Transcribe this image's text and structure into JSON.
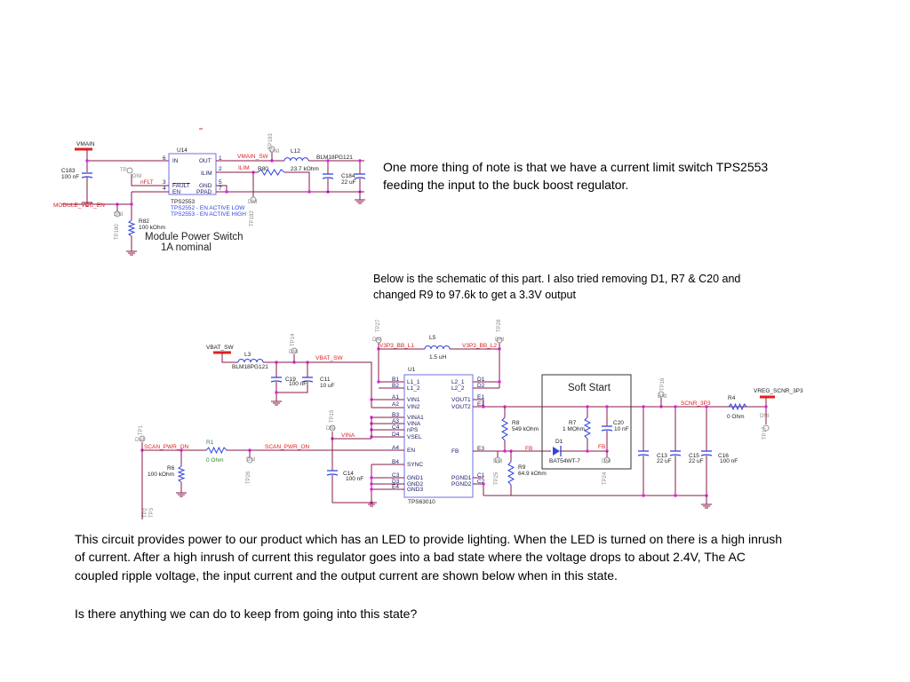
{
  "text": {
    "note_top": [
      "One more thing of note is that we have a current limit switch TPS2553",
      "feeding the input to the buck boost regulator."
    ],
    "note_mid": [
      "Below is the schematic of this part. I also tried removing D1, R7 & C20 and",
      "changed R9 to 97.6k to get a 3.3V output"
    ],
    "body": [
      "This circuit provides power to our product which has an LED to provide lighting. When the LED is turned on there is a high inrush",
      "of current. After a high inrush of current this regulator goes into a bad state where the voltage drops to about 2.4V, The AC",
      "coupled ripple voltage, the input current and the output current are shown below when in this state."
    ],
    "question": "Is there anything we can do to keep from going into this state?"
  },
  "schematic_top": {
    "vmain": "VMAIN",
    "u14": "U14",
    "c183": "C183",
    "c183_val": "100 nF",
    "tp": "TP",
    "dni": "DNI",
    "nflt": "nFLT",
    "module_vcc_en": "MODULE_VCC_EN",
    "pins_left": [
      "6",
      "3",
      "4"
    ],
    "pin_names_left": [
      "IN",
      "FAULT",
      "EN"
    ],
    "pins_right": [
      "1",
      "2",
      "5",
      "7"
    ],
    "pin_names_right": [
      "OUT",
      "ILIM",
      "GND",
      "PPAD"
    ],
    "part": "TPS2553",
    "note1": "TPS2552 - EN ACTIVE LOW",
    "note2": "TPS2553 - EN ACTIVE HIGH",
    "vmain_sw": "VMAIN_SW",
    "ilim": "ILIM",
    "r80": "R80",
    "r80_val": "23.7 kOhm",
    "l12": "L12",
    "l12_val": "BLM18PG121",
    "c184": "C184",
    "c184_val": "22 uF",
    "r82": "R82",
    "r82_val": "100 kOhm",
    "tp183": "TP183",
    "tp180": "TP180",
    "tp182": "TP182",
    "caption1": "Module Power Switch",
    "caption2": "1A nominal"
  },
  "schematic_bottom": {
    "vbat_sw": "VBAT_SW",
    "l3": "L3",
    "l3_val": "BLM18PG121",
    "c19": "C19",
    "c19_val": "100 nF",
    "c11": "C11",
    "c11_val": "10 uF",
    "tp14": "TP14",
    "tp27": "TP27",
    "tp28": "TP28",
    "tp15": "TP15",
    "tp1": "TP1",
    "tp26": "TP26",
    "tp25": "TP25",
    "tp24": "TP24",
    "tp16": "TP16",
    "tp17": "TP17",
    "tp2": "TP2",
    "tp3": "TP3",
    "dni": "DNI",
    "v3p3_l1": "V3P3_BB_L1",
    "v3p3_l2": "V3P3_BB_L2",
    "l5": "L5",
    "l5_val": "1.5 uH",
    "u1": "U1",
    "part": "TPS63010",
    "left_pins": [
      "B1",
      "B2",
      "A1",
      "A2",
      "B3",
      "A3",
      "C4",
      "D4",
      "A4",
      "B4",
      "C3",
      "D3",
      "E4"
    ],
    "left_names": [
      "L1_1",
      "L1_2",
      "VIN1",
      "VIN2",
      "VINA1",
      "VINA",
      "nPS",
      "VSEL",
      "EN",
      "SYNC",
      "GND1",
      "GND2",
      "GND3"
    ],
    "right_pins": [
      "D1",
      "D2",
      "E1",
      "E2",
      "E3",
      "C1",
      "C2"
    ],
    "right_names": [
      "L2_1",
      "L2_2",
      "VOUT1",
      "VOUT2",
      "FB",
      "PGND1",
      "PGND2"
    ],
    "vina": "VINA",
    "scan_pwr_on": "SCAN_PWR_ON",
    "r1": "R1",
    "r1_val": "0 Ohm",
    "r6": "R6",
    "r6_val": "100 kOhm",
    "c14": "C14",
    "c14_val": "100 nF",
    "r8": "R8",
    "r8_val": "549 kOhm",
    "r9": "R9",
    "r9_val": "64.9 kOhm",
    "fb": "FB",
    "soft_start": "Soft Start",
    "r7": "R7",
    "r7_val": "1 MOhm",
    "c20": "C20",
    "c20_val": "10 nF",
    "d1": "D1",
    "d1_val": "BAT54WT-7",
    "c13": "C13",
    "c13_val": "22 uF",
    "c15": "C15",
    "c15_val": "22 uF",
    "c16": "C16",
    "c16_val": "100 nF",
    "scnr": "SCNR_3P3",
    "r4": "R4",
    "r4_val": "0 Ohm",
    "vreg": "VREG_SCNR_3P3"
  },
  "colors": {
    "wire": "#8a1a4a",
    "junction": "#e020e0",
    "component": "#3344dd",
    "net": "#e02020"
  }
}
